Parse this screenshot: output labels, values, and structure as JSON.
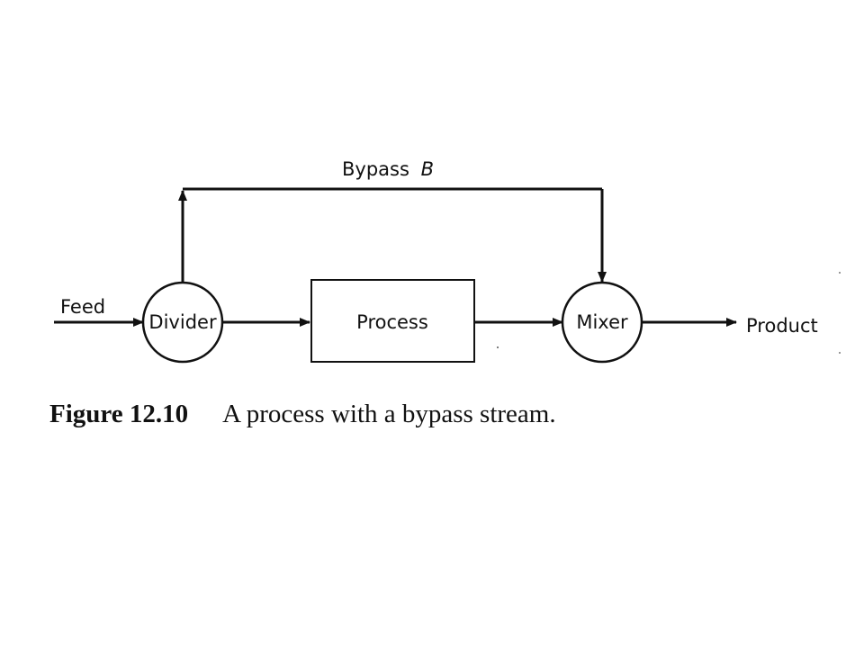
{
  "diagram": {
    "nodes": {
      "divider": "Divider",
      "process": "Process",
      "mixer": "Mixer"
    },
    "streams": {
      "feed": "Feed",
      "product": "Product",
      "bypass_text": "Bypass",
      "bypass_var": "B"
    }
  },
  "caption": {
    "label": "Figure 12.10",
    "text": "A process with a bypass stream."
  }
}
